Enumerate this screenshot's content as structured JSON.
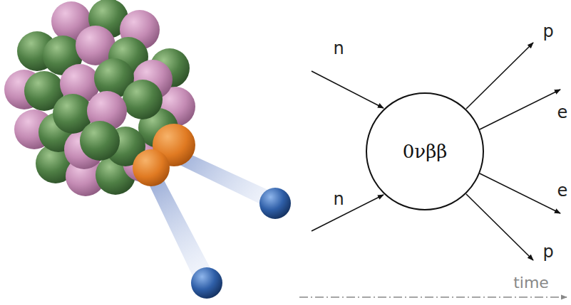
{
  "diagram": {
    "nodes": [
      {
        "text": [
          "0νββ"
        ]
      }
    ],
    "labels": [
      "n",
      "n",
      "p",
      "e",
      "e",
      "p",
      "time"
    ]
  }
}
